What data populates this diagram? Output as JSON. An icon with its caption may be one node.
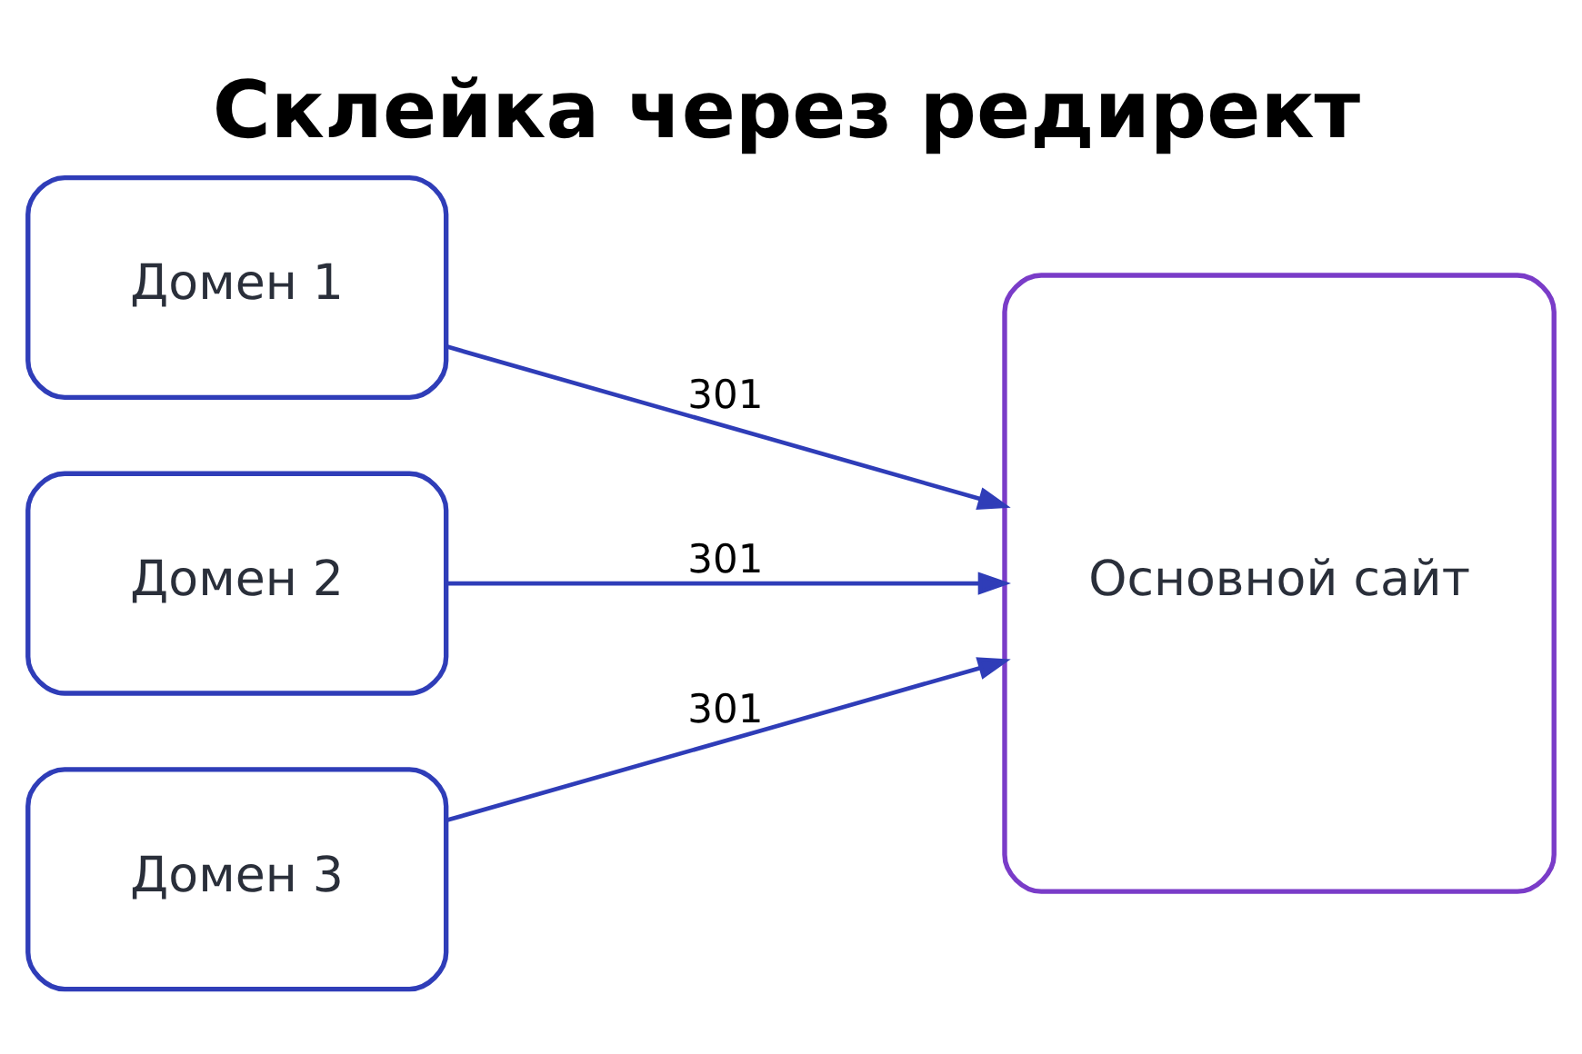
{
  "diagram": {
    "title": "Склейка через редирект",
    "nodes": [
      {
        "text": [
          "Домен 1"
        ]
      },
      {
        "text": [
          "Домен 2"
        ]
      },
      {
        "text": [
          "Домен 3"
        ]
      },
      {
        "text": [
          "Основной сайт"
        ]
      }
    ],
    "edges": [
      {
        "from": 0,
        "to": 3,
        "arrow": "to",
        "label": "301"
      },
      {
        "from": 1,
        "to": 3,
        "arrow": "to",
        "label": "301"
      },
      {
        "from": 2,
        "to": 3,
        "arrow": "to",
        "label": "301"
      }
    ]
  }
}
